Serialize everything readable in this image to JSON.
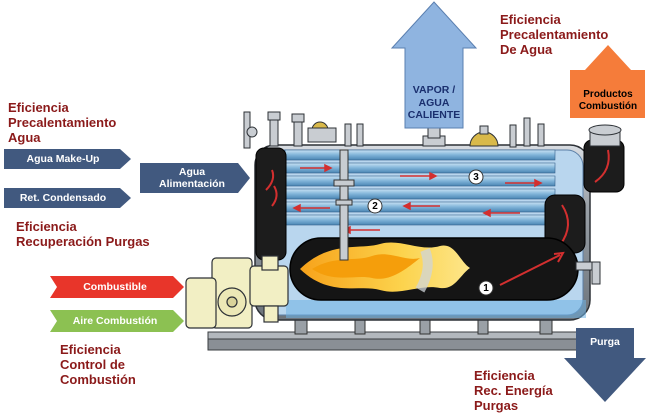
{
  "efficiency_labels": {
    "precal_left": "Eficiencia\nPrecalentamiento\nAgua",
    "recuperacion_purgas": "Eficiencia\nRecuperación Purgas",
    "control_combustion": "Eficiencia\nControl de\nCombustión",
    "precal_right": "Eficiencia\nPrecalentamiento\nDe Agua",
    "rec_energia_purgas": "Eficiencia\nRec. Energía\nPurgas"
  },
  "arrows": {
    "agua_makeup": "Agua Make-Up",
    "ret_condensado": "Ret. Condensado",
    "agua_alimentacion": "Agua\nAlimentación",
    "combustible": "Combustible",
    "aire_combustion": "Aire Combustión",
    "vapor": "VAPOR /\nAGUA\nCALIENTE",
    "productos": "Productos\nCombustión",
    "purga": "Purga"
  },
  "pass_numbers": [
    "1",
    "2",
    "3"
  ],
  "colors": {
    "title_red": "#8b1a1a",
    "steel_blue": "#41597f",
    "light_blue": "#8fb4e0",
    "red_arrow": "#e8352a",
    "green_arrow": "#8cc152",
    "orange_arrow": "#f57c3a"
  }
}
